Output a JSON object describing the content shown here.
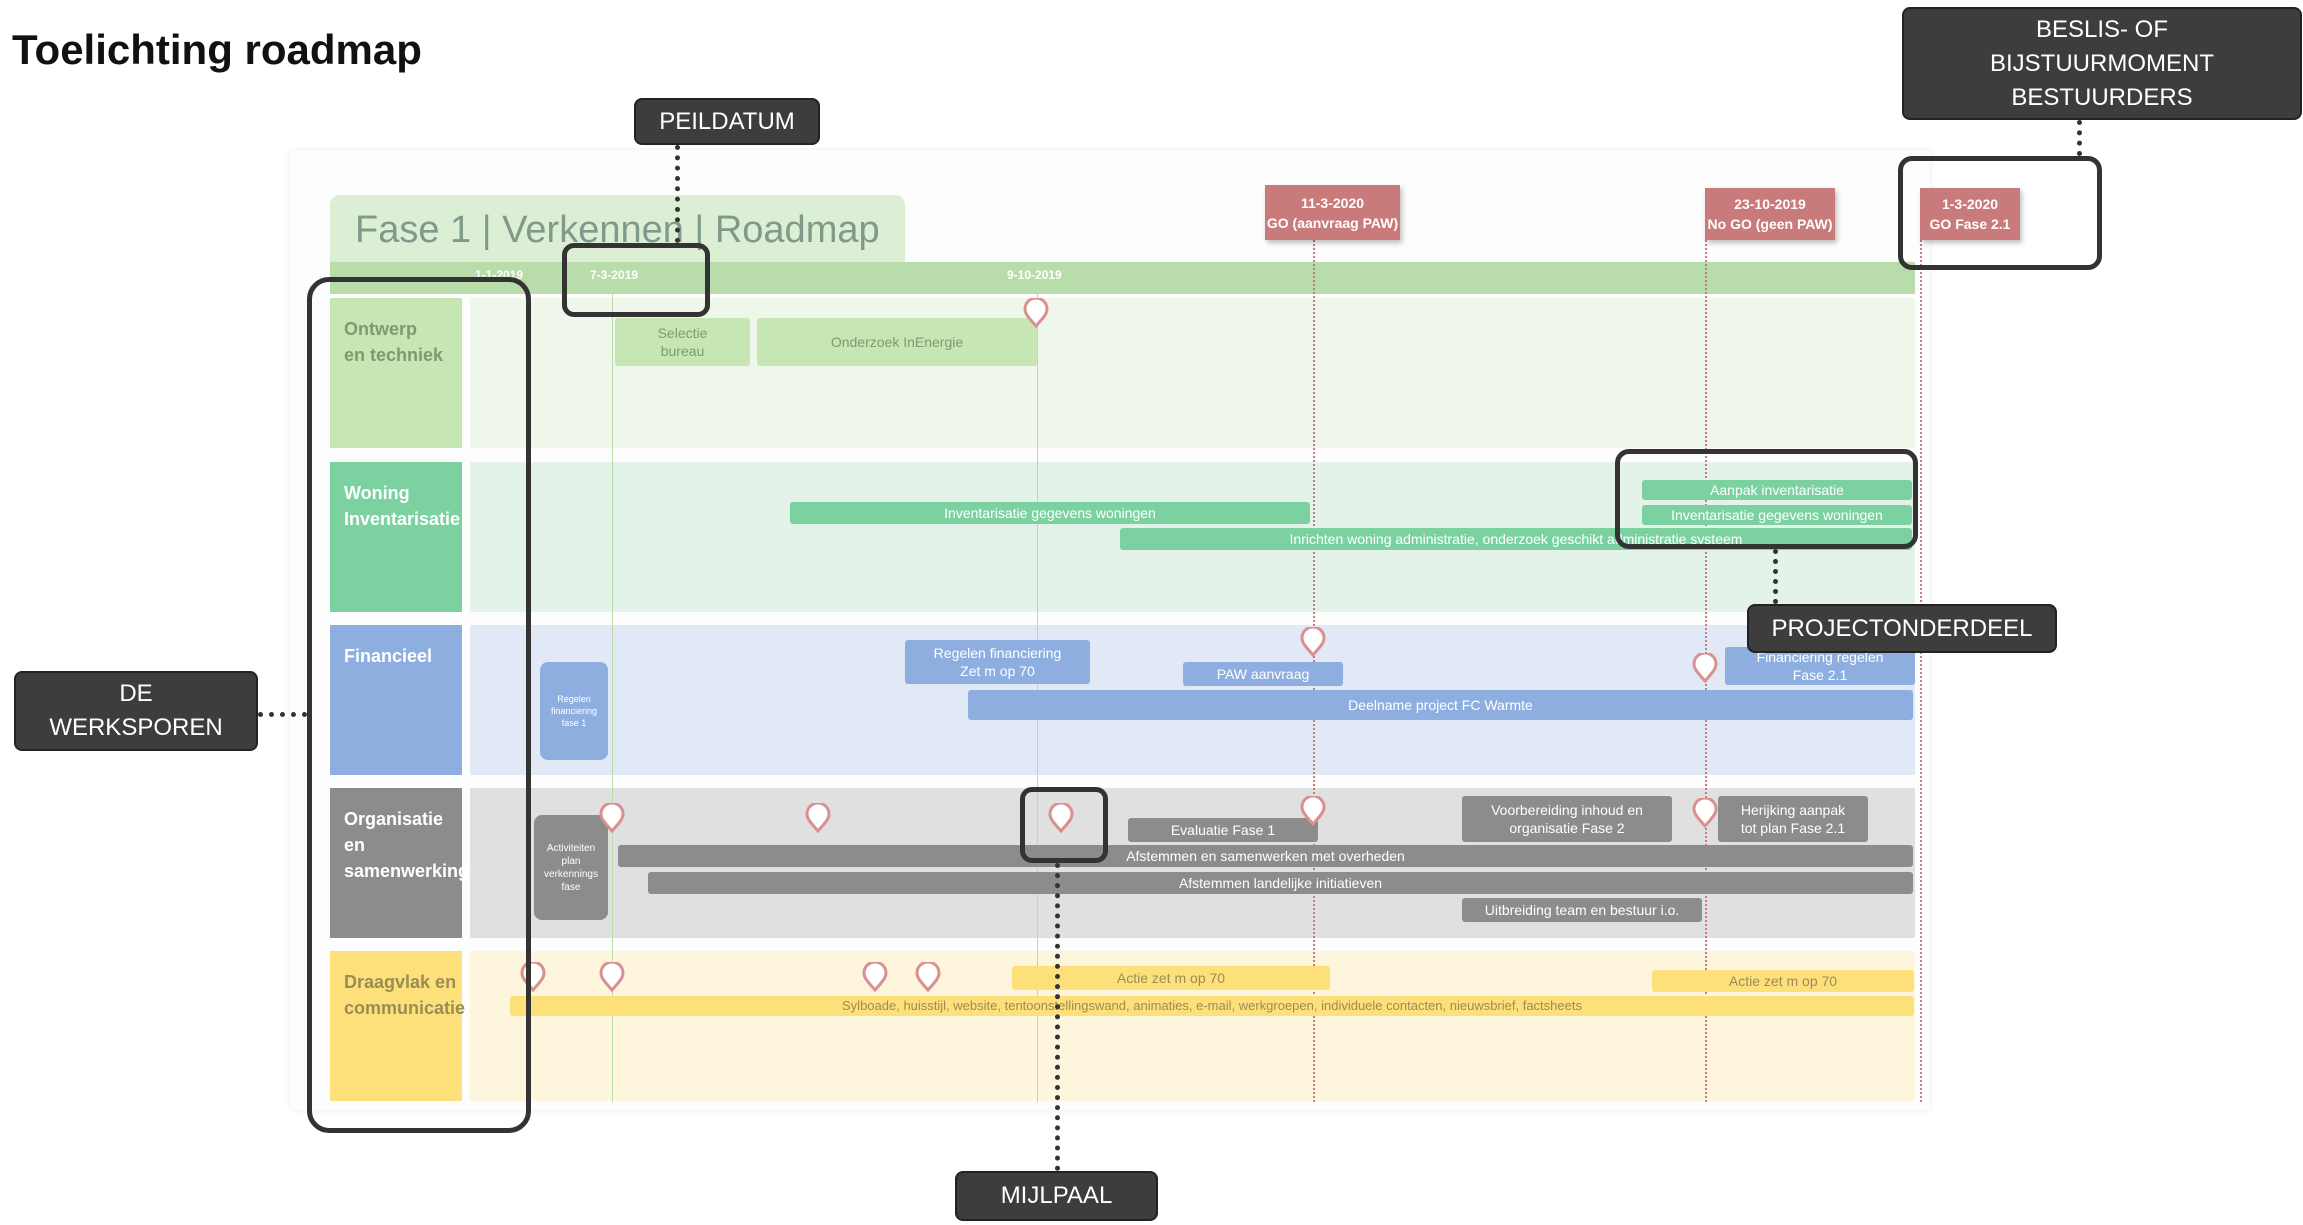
{
  "page": {
    "title": "Toelichting roadmap"
  },
  "callouts": {
    "peildatum": "PEILDATUM",
    "beslismoment": "BESLIS- OF\nBIJSTUURMOMENT\nBESTUURDERS",
    "werksporen": "DE\nWERKSPOREN",
    "projectonderdeel": "PROJECTONDERDEEL",
    "mijlpaal": "MIJLPAAL"
  },
  "roadmap": {
    "title": "Fase 1 | Verkennen | Roadmap",
    "timeline_dates": [
      "1-1-2019",
      "7-3-2019",
      "9-10-2019"
    ],
    "decision_boxes": [
      {
        "date": "11-3-2020",
        "label": "GO (aanvraag PAW)"
      },
      {
        "date": "23-10-2019",
        "label": "No GO (geen PAW)"
      },
      {
        "date": "1-3-2020",
        "label": "GO Fase 2.1"
      }
    ],
    "rows": [
      {
        "label": "Ontwerp\nen techniek",
        "color": "#c6e6b4",
        "bg": "#eef7ea"
      },
      {
        "label": "Woning\nInventarisatie",
        "color": "#7bd2a0",
        "bg": "#e3f3ea"
      },
      {
        "label": "Financieel",
        "color": "#8faee0",
        "bg": "#e1e8f6"
      },
      {
        "label": "Organisatie en\nsamenwerking",
        "color": "#8c8c8c",
        "bg": "#e0e0e0"
      },
      {
        "label": "Draagvlak en\ncommunicatie",
        "color": "#fde07a",
        "bg": "#fdf5dc"
      }
    ],
    "bars": {
      "selectie_bureau": "Selectie\nbureau",
      "onderzoek_inenergie": "Onderzoek InEnergie",
      "aanpak_inventarisatie": "Aanpak inventarisatie",
      "inventarisatie_gegevens_1": "Inventarisatie gegevens woningen",
      "inventarisatie_gegevens_2": "Inventarisatie gegevens woningen",
      "inrichten_woning": "Inrichten woning administratie, onderzoek geschikt administratie systeem",
      "regelen_financiering_fase1": "Regelen\nfinanciering\nfase 1",
      "regelen_financiering": "Regelen financiering\nZet m op 70",
      "paw_aanvraag": "PAW aanvraag",
      "financiering_fase21": "Financiering regelen\nFase 2.1",
      "deelname_fc_warmte": "Deelname project FC Warmte",
      "activiteiten_plan": "Activiteiten\nplan\nverkennings\nfase",
      "evaluatie_fase1": "Evaluatie Fase 1",
      "voorbereiding_fase2": "Voorbereiding inhoud en\norganisatie Fase 2",
      "herijking": "Herijking aanpak\ntot plan Fase 2.1",
      "afstemmen_overheden": "Afstemmen en samenwerken met overheden",
      "afstemmen_landelijk": "Afstemmen landelijke initiatieven",
      "uitbreiding_team": "Uitbreiding team en bestuur i.o.",
      "actie_zet_1": "Actie zet m op 70",
      "actie_zet_2": "Actie zet m op 70",
      "communicatie": "Sylboade, huisstijl, website, tentoonstellingswand, animaties, e-mail, werkgroepen, individuele contacten, nieuwsbrief, factsheets"
    }
  },
  "colors": {
    "callout_bg": "#3d3d3d",
    "frame": "#333333",
    "milestone": "#c97a7a",
    "timeline": "#b9dcab"
  }
}
